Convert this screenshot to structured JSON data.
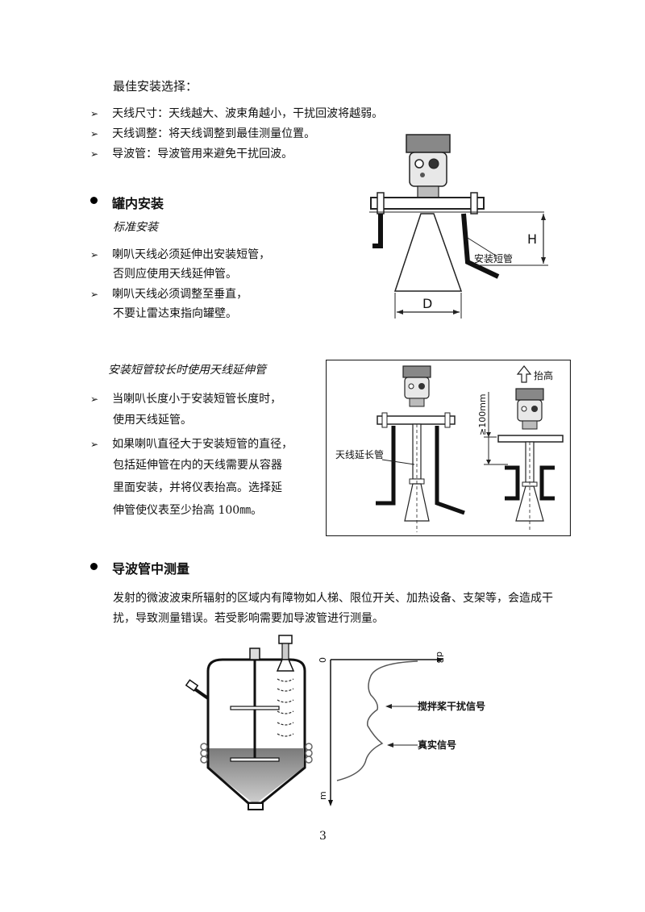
{
  "best_install": {
    "title": "最佳安装选择：",
    "bullets": [
      "天线尺寸：天线越大、波束角越小，干扰回波将越弱。",
      "天线调整：将天线调整到最佳测量位置。",
      "导波管：导波管用来避免干扰回波。"
    ]
  },
  "tank_install": {
    "heading": "罐内安装",
    "subheading": "标准安装",
    "bullets": [
      [
        "喇叭天线必须延伸出安装短管，",
        "否则应使用天线延伸管。"
      ],
      [
        "喇叭天线必须调整至垂直，",
        "不要让雷达束指向罐壁。"
      ]
    ],
    "figure": {
      "label_nozzle": "安装短管",
      "label_h": "H",
      "label_d": "D"
    }
  },
  "extension": {
    "subheading": "安装短管较长时使用天线延伸管",
    "bullets": [
      [
        "当喇叭长度小于安装短管长度时，",
        "使用天线延管。"
      ],
      [
        "如果喇叭直径大于安装短管的直径，",
        "包括延伸管在内的天线需要从容器",
        "里面安装，并将仪表抬高。选择延",
        "伸管使仪表至少抬高 100㎜。"
      ]
    ],
    "figure": {
      "label_ext": "天线延长管",
      "label_raise": "抬高",
      "label_100": "≥100mm"
    }
  },
  "guide": {
    "heading": "导波管中测量",
    "paragraph": [
      "发射的微波波束所辐射的区域内有障物如人梯、限位开关、加热设备、支架等，会造成干",
      "扰，导致测量错误。若受影响需要加导波管进行测量。"
    ],
    "figure": {
      "axis_top": "dB",
      "axis_zero": "0",
      "axis_bottom": "m",
      "label_stir": "搅拌桨干扰信号",
      "label_real": "真实信号"
    }
  },
  "page_number": "3",
  "icons": {
    "bullet": "arrow-bullet-icon",
    "section": "filled-circle-icon"
  }
}
